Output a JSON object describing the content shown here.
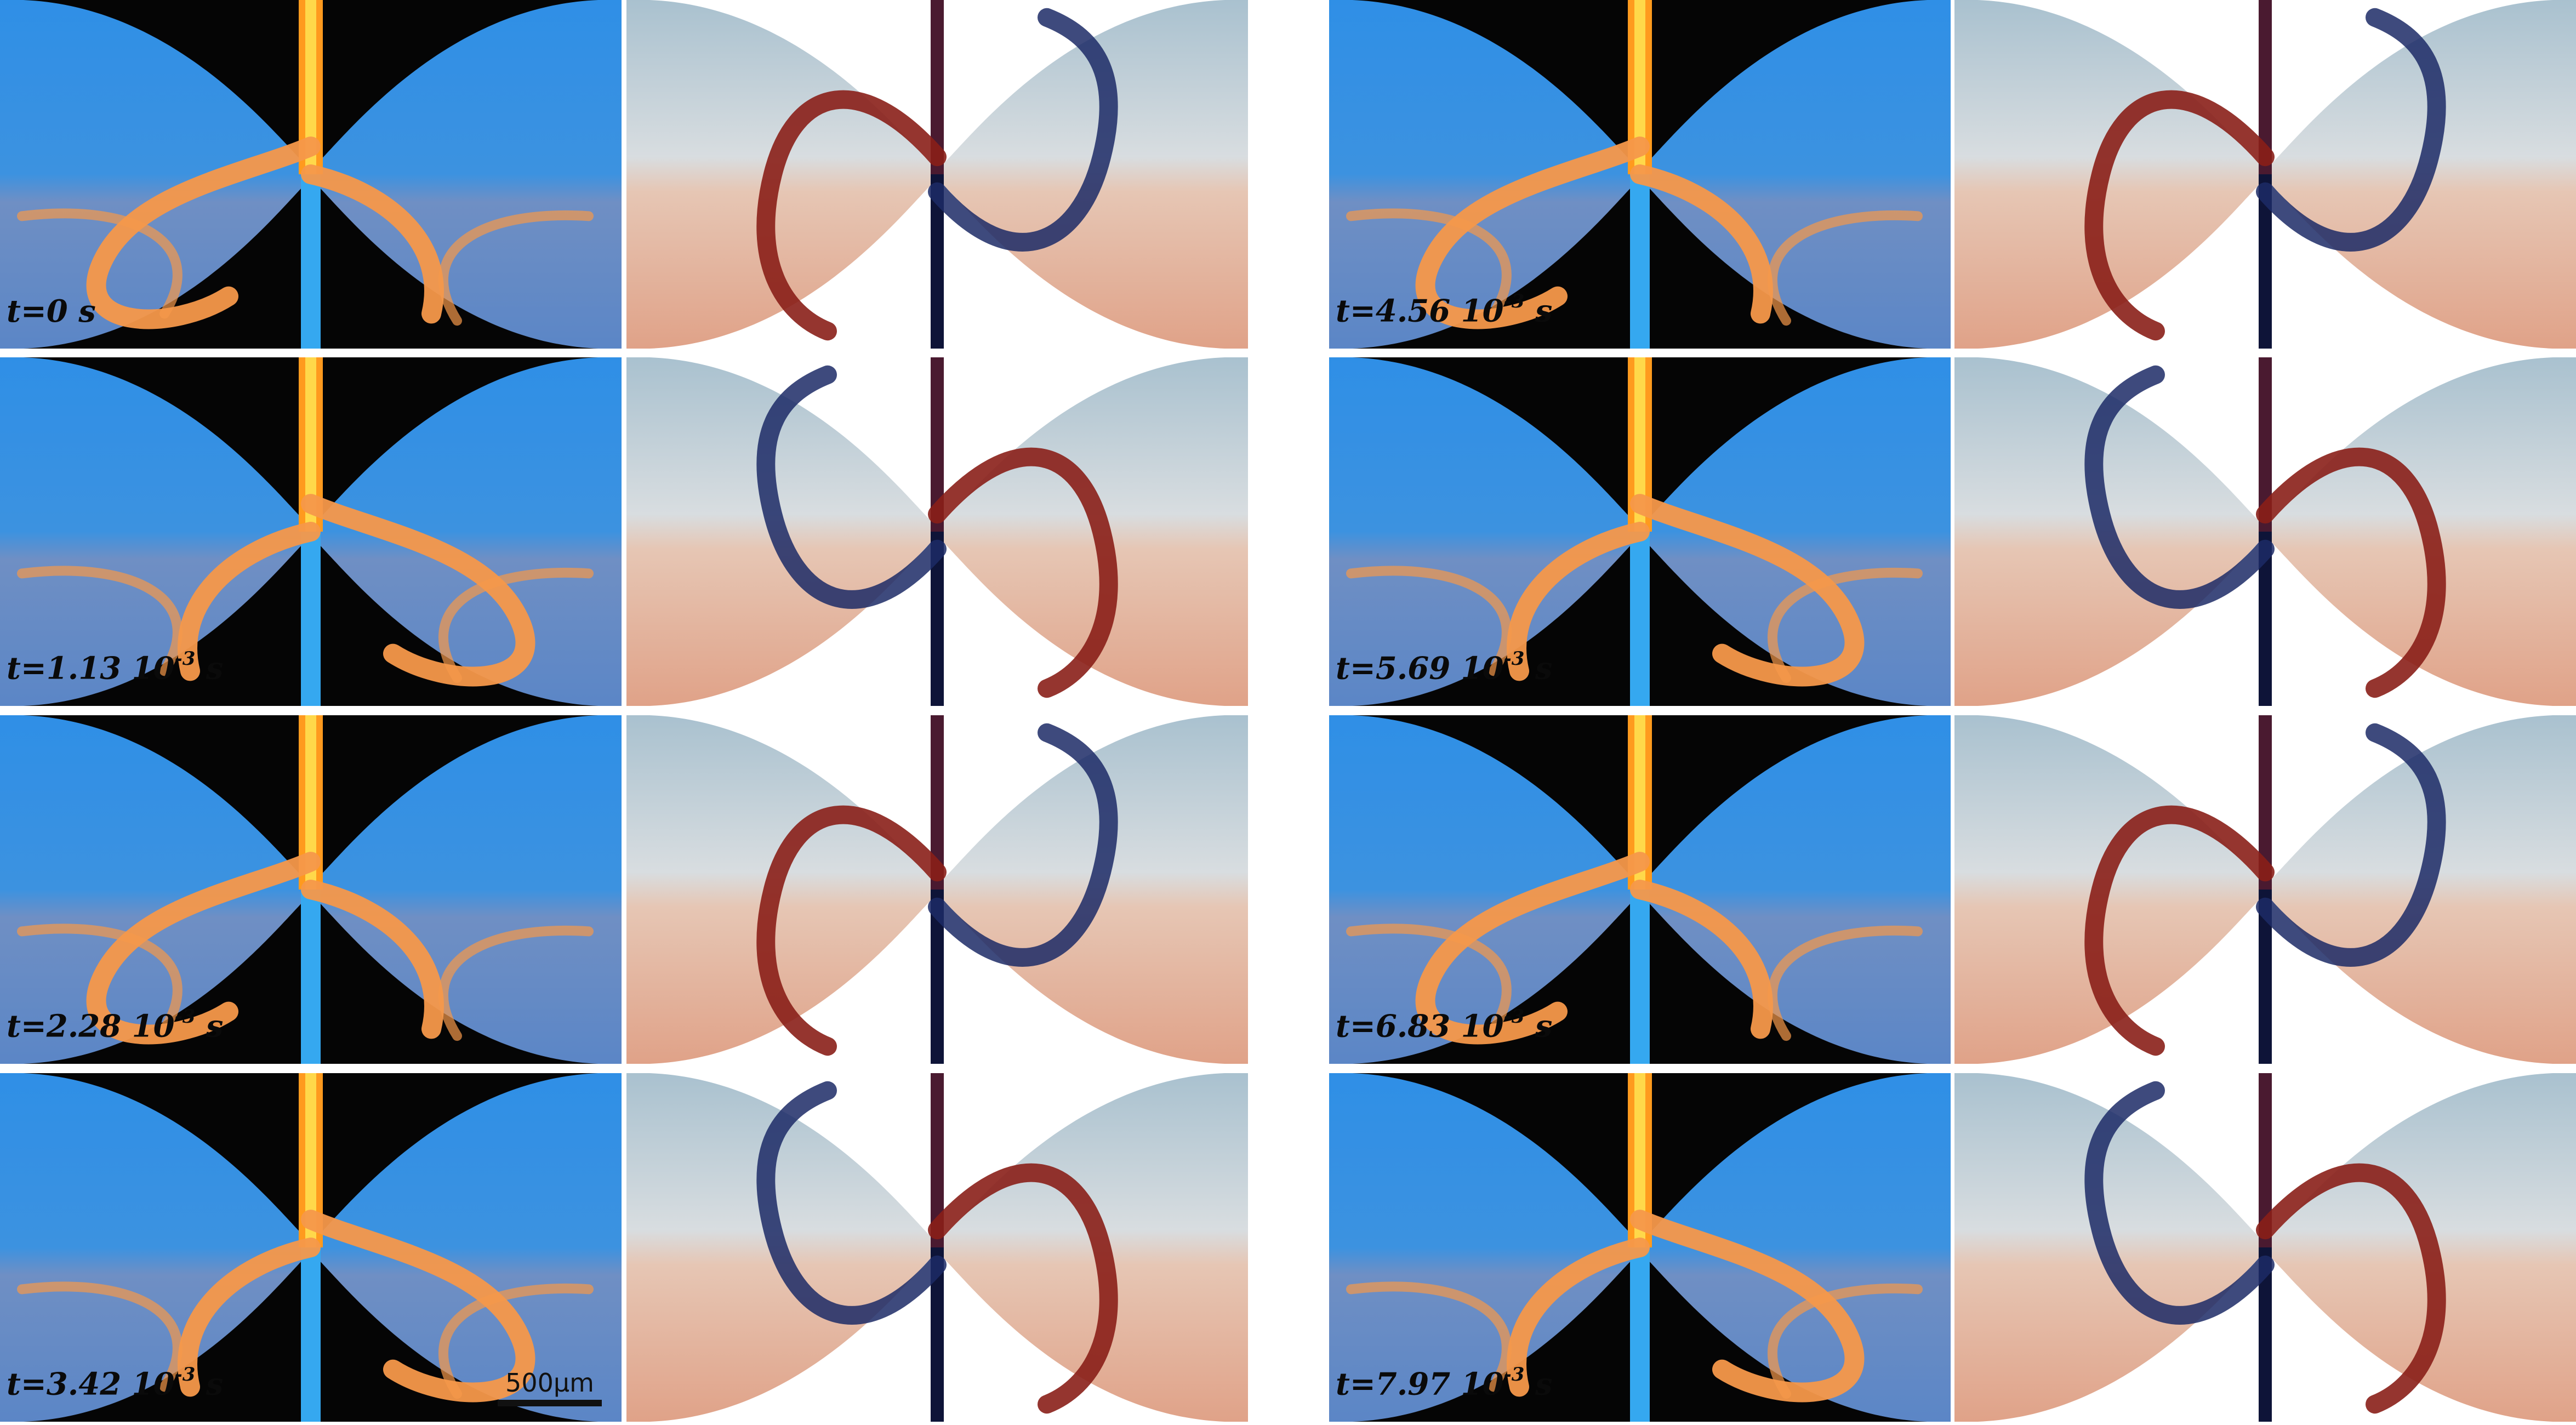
{
  "rows": [
    {
      "left": {
        "time": "t=0 s",
        "pre": "",
        "exp": "",
        "post": ""
      },
      "right": {
        "time": "t=4.56 10",
        "pre": "t=4.56 10",
        "exp": "-3",
        "post": " s"
      }
    },
    {
      "left": {
        "time": "t=1.13 10",
        "pre": "t=1.13 10",
        "exp": "-3",
        "post": " s"
      },
      "right": {
        "time": "t=5.69 10",
        "pre": "t=5.69 10",
        "exp": "-3",
        "post": " s"
      }
    },
    {
      "left": {
        "time": "t=2.28 10",
        "pre": "t=2.28 10",
        "exp": "-3",
        "post": " s"
      },
      "right": {
        "time": "t=6.83 10",
        "pre": "t=6.83 10",
        "exp": "-3",
        "post": " s"
      }
    },
    {
      "left": {
        "time": "t=3.42 10",
        "pre": "t=3.42 10",
        "exp": "-3",
        "post": " s"
      },
      "right": {
        "time": "t=7.97 10",
        "pre": "t=7.97 10",
        "exp": "-3",
        "post": " s"
      }
    }
  ],
  "scalebar": {
    "label": "500µm"
  },
  "colors": {
    "experiment_background": "#050505",
    "experiment_blue": "#2f8fe6",
    "experiment_orange": "#f5984a",
    "simulation_blue": "#9fb9c8",
    "simulation_red": "#8a1f18",
    "simulation_dark_inlet": "#0e1438",
    "simulation_dark_red_inlet": "#4a1a30"
  }
}
